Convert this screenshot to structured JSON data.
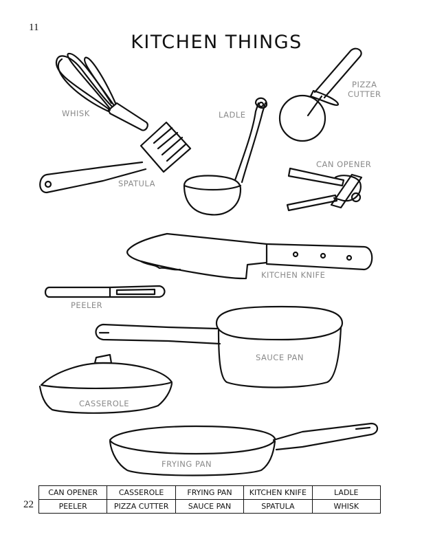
{
  "page": {
    "number_top": "11",
    "number_bottom": "22",
    "title": "KITCHEN THINGS"
  },
  "labels": {
    "whisk": "WHISK",
    "spatula": "SPATULA",
    "ladle": "LADLE",
    "pizza_cutter_line1": "PIZZA",
    "pizza_cutter_line2": "CUTTER",
    "can_opener": "CAN OPENER",
    "kitchen_knife": "KITCHEN KNIFE",
    "peeler": "PEELER",
    "sauce_pan": "SAUCE PAN",
    "casserole": "CASSEROLE",
    "frying_pan": "FRYING PAN"
  },
  "word_bank": {
    "rows": [
      [
        "CAN OPENER",
        "CASSEROLE",
        "FRYING PAN",
        "KITCHEN KNIFE",
        "LADLE"
      ],
      [
        "PEELER",
        "PIZZA CUTTER",
        "SAUCE PAN",
        "SPATULA",
        "WHISK"
      ]
    ]
  }
}
